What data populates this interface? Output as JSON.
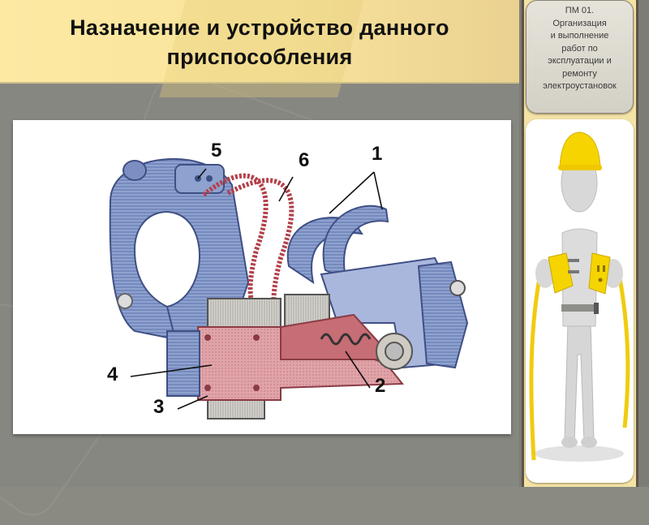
{
  "slide": {
    "title": "Назначение и устройство данного приспособления",
    "title_lines": [
      "Назначение и устройство данного",
      "приспособления"
    ],
    "colors": {
      "header_bg": "#fde9a2",
      "body_bg": "#878782",
      "sidebar_frame": "#5e5346",
      "label_box_bg": "#e6e3da",
      "accent_yellow": "#f5d400"
    }
  },
  "sidebar": {
    "module_label_lines": [
      "ПМ 01.",
      "Организация",
      "и выполнение",
      "работ по",
      "эксплуатации и",
      "ремонту",
      "электроустановок"
    ],
    "illustration": "electrician-figure-with-extension-cord"
  },
  "figure": {
    "subject": "brush-holder-assembly",
    "callouts": [
      {
        "label": "1"
      },
      {
        "label": "2"
      },
      {
        "label": "3"
      },
      {
        "label": "4"
      },
      {
        "label": "5"
      },
      {
        "label": "6"
      }
    ]
  }
}
